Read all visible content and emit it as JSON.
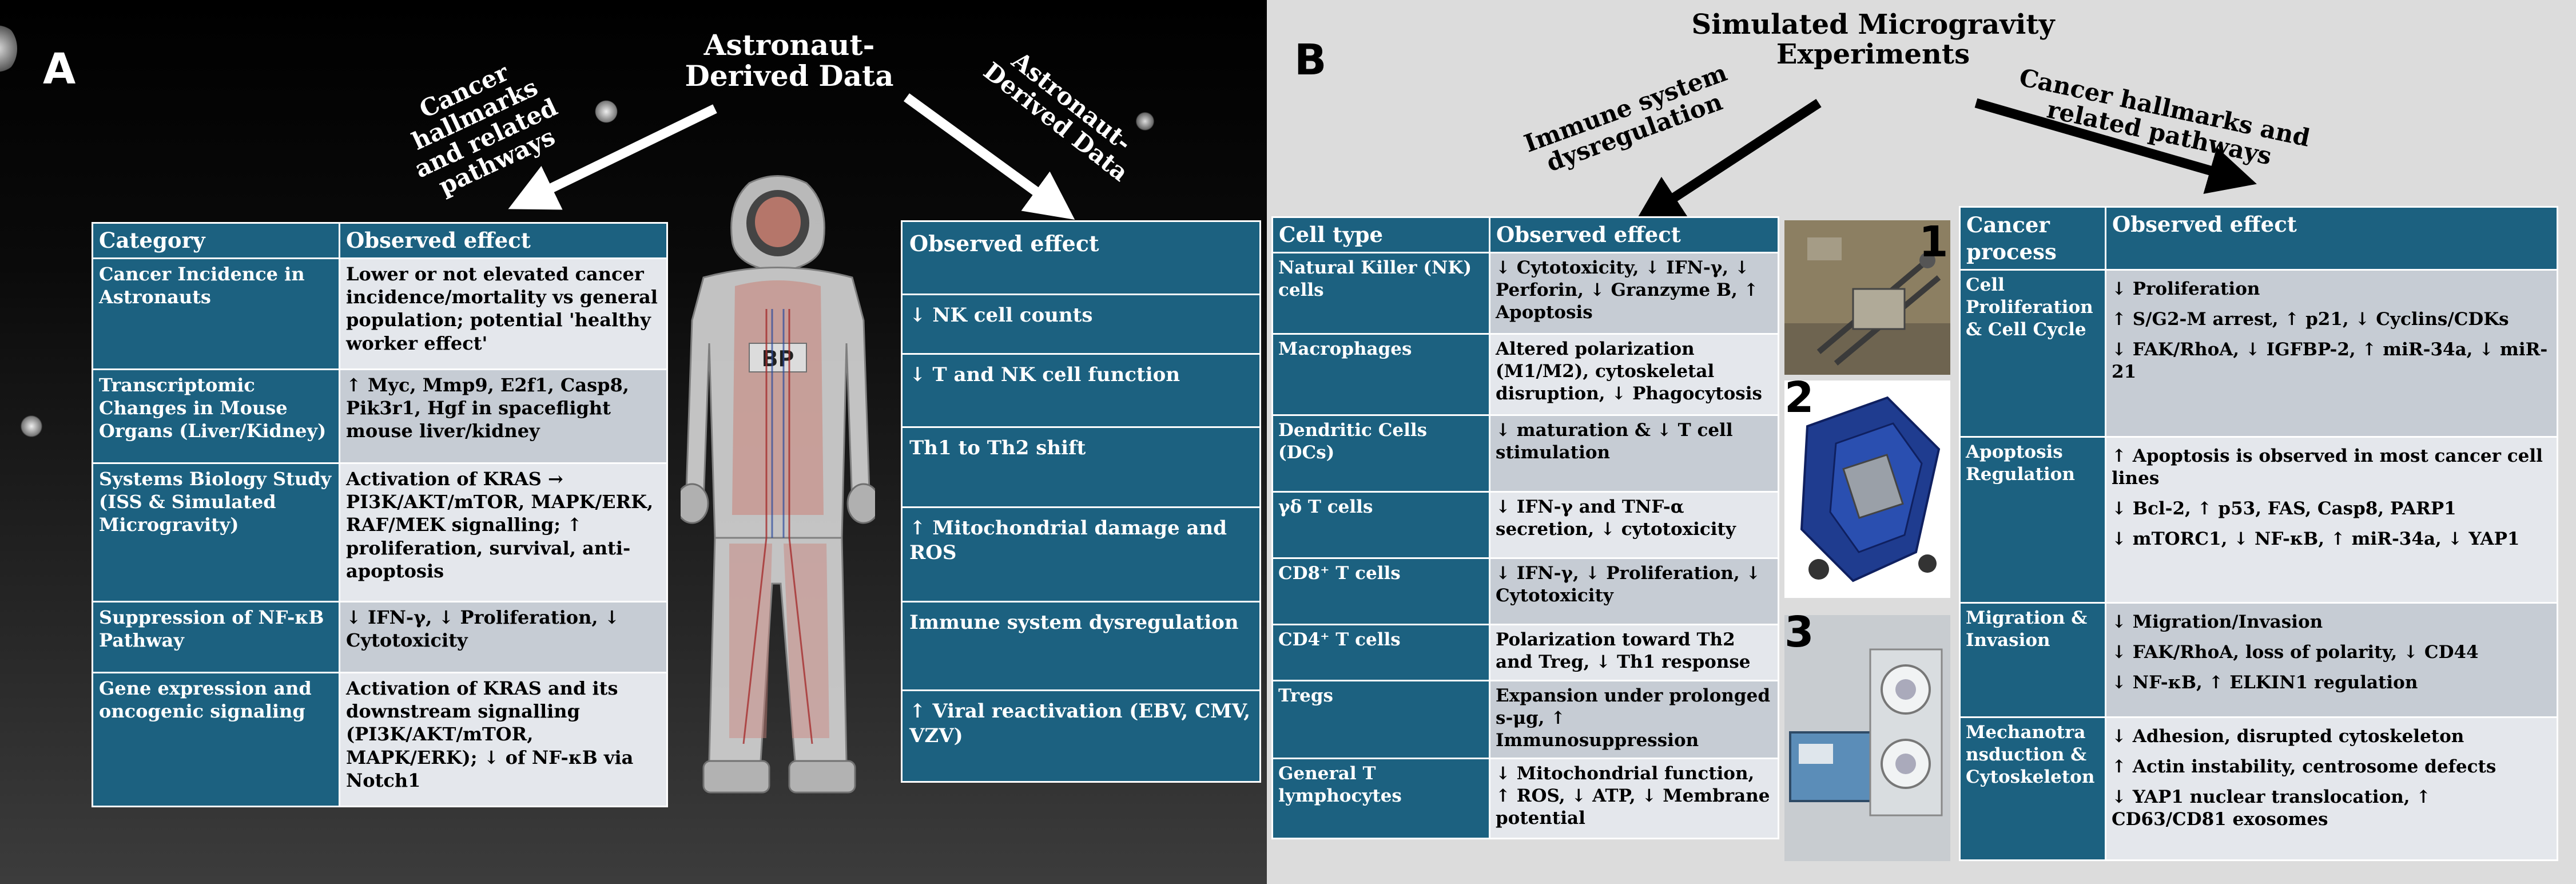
{
  "panelA": {
    "letter": "A",
    "title": "Astronaut-\nDerived Data",
    "left_arrow_label": "Cancer hallmarks\nand related\npathways",
    "right_arrow_label": "Astronaut-\nDerived Data",
    "table": {
      "headers": [
        "Category",
        "Observed effect"
      ],
      "rows": [
        {
          "category": "Cancer Incidence in Astronauts",
          "effect": "Lower or not elevated cancer incidence/mortality vs general population; potential 'healthy worker effect'"
        },
        {
          "category": "Transcriptomic Changes in Mouse Organs (Liver/Kidney)",
          "effect": "↑ Myc, Mmp9, E2f1, Casp8, Pik3r1, Hgf in spaceflight mouse liver/kidney"
        },
        {
          "category": "Systems Biology Study (ISS & Simulated Microgravity)",
          "effect": "Activation of KRAS → PI3K/AKT/mTOR, MAPK/ERK, RAF/MEK signalling; ↑ proliferation, survival, anti-apoptosis"
        },
        {
          "category": "Suppression of NF-κB Pathway",
          "effect": "↓ IFN-γ, ↓ Proliferation, ↓ Cytotoxicity"
        },
        {
          "category": "Gene expression and oncogenic signaling",
          "effect": "Activation of KRAS and its downstream signalling (PI3K/AKT/mTOR, MAPK/ERK); ↓ of NF-κB via Notch1"
        }
      ]
    },
    "right_table": {
      "header": "Observed effect",
      "rows": [
        "↓ NK cell counts",
        "↓ T and NK cell function",
        "Th1 to Th2 shift",
        "↑ Mitochondrial damage and ROS",
        "Immune system dysregulation",
        "↑ Viral reactivation (EBV, CMV, VZV)"
      ]
    },
    "suit_patch": "BP"
  },
  "panelB": {
    "letter": "B",
    "title": "Simulated Microgravity\nExperiments",
    "left_arrow_label": "Immune system\ndysregulation",
    "right_arrow_label": "Cancer hallmarks and\nrelated pathways",
    "immune_table": {
      "headers": [
        "Cell type",
        "Observed effect"
      ],
      "rows": [
        {
          "cell": "Natural Killer (NK) cells",
          "effect": "↓ Cytotoxicity, ↓ IFN-γ, ↓ Perforin, ↓ Granzyme B, ↑ Apoptosis"
        },
        {
          "cell": "Macrophages",
          "effect": "Altered polarization (M1/M2), cytoskeletal disruption, ↓ Phagocytosis"
        },
        {
          "cell": "Dendritic Cells (DCs)",
          "effect": "↓ maturation & ↓ T cell stimulation"
        },
        {
          "cell": "γδ T cells",
          "effect": "↓ IFN-γ and TNF-α secretion, ↓ cytotoxicity"
        },
        {
          "cell": "CD8⁺ T cells",
          "effect": "↓ IFN-γ, ↓ Proliferation, ↓ Cytotoxicity"
        },
        {
          "cell": "CD4⁺ T cells",
          "effect": "Polarization toward Th2 and Treg, ↓ Th1 response"
        },
        {
          "cell": "Tregs",
          "effect": "Expansion under prolonged s-μg, ↑ Immunosuppression"
        },
        {
          "cell": "General T lymphocytes",
          "effect": "↓ Mitochondrial function, ↑ ROS, ↓ ATP, ↓ Membrane potential"
        }
      ]
    },
    "photo_numbers": [
      "1",
      "2",
      "3"
    ],
    "cancer_table": {
      "headers": [
        "Cancer process",
        "Observed effect"
      ],
      "rows": [
        {
          "process": "Cell Proliferation & Cell Cycle",
          "effects": [
            "↓ Proliferation",
            "↑ S/G2-M arrest, ↑ p21, ↓ Cyclins/CDKs",
            "↓ FAK/RhoA, ↓ IGFBP-2, ↑ miR-34a, ↓ miR-21"
          ]
        },
        {
          "process": "Apoptosis Regulation",
          "effects": [
            "↑ Apoptosis is observed  in most cancer cell lines",
            "↓ Bcl-2, ↑ p53, FAS, Casp8, PARP1",
            "↓ mTORC1, ↓ NF-κB, ↑ miR-34a, ↓ YAP1"
          ]
        },
        {
          "process": "Migration & Invasion",
          "effects": [
            "↓ Migration/Invasion",
            "↓ FAK/RhoA, loss of polarity, ↓ CD44",
            "↓ NF-κB, ↑ ELKIN1 regulation"
          ]
        },
        {
          "process": "Mechanotra nsduction & Cytoskeleton",
          "effects": [
            "↓ Adhesion, disrupted cytoskeleton",
            "↑ Actin instability, centrosome defects",
            "↓ YAP1 nuclear translocation, ↑ CD63/CD81 exosomes"
          ]
        }
      ]
    }
  }
}
